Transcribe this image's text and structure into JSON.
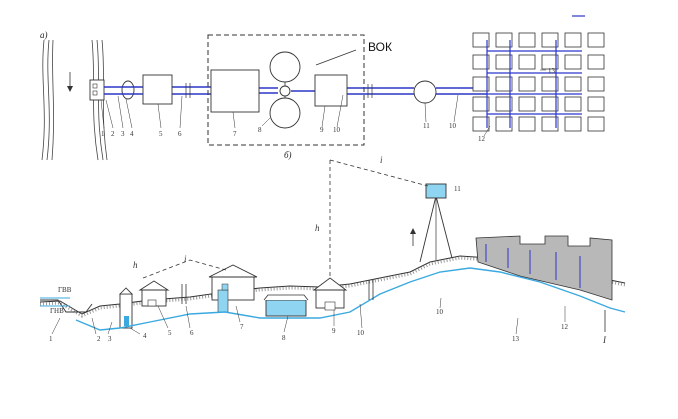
{
  "plan": {
    "panel_label": "а)",
    "station_label": "ВОК",
    "numbers": [
      "1",
      "2",
      "3",
      "4",
      "5",
      "6",
      "7",
      "8",
      "9",
      "10",
      "11",
      "10",
      "12",
      "13"
    ]
  },
  "profile": {
    "panel_label": "б)",
    "level_labels": [
      "ГВВ",
      "ГНВ"
    ],
    "line_labels": [
      "h",
      "i",
      "i",
      "h"
    ],
    "numbers": [
      "1",
      "2",
      "3",
      "4",
      "5",
      "6",
      "7",
      "8",
      "9",
      "10",
      "11",
      "10",
      "12",
      "13",
      "I"
    ]
  },
  "colors": {
    "pipe_blue": "#2b36c9",
    "water_cyan": "#3aa9e0",
    "tank_fill": "#8fd4f0",
    "line_gray": "#333333",
    "ground_hatch": "#9a9a9a",
    "city_fill": "#b8b8b8"
  }
}
